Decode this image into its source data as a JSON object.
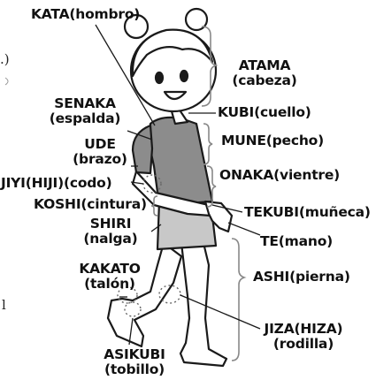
{
  "labels": {
    "kata": "KATA(hombro)",
    "atama": "ATAMA",
    "atama_es": "(cabeza)",
    "senaka": "SENAKA",
    "senaka_es": "(espalda)",
    "kubi": "KUBI(cuello)",
    "ude": "UDE",
    "ude_es": "(brazo)",
    "mune": "MUNE(pecho)",
    "jiyi": "JIYI(HIJI)(codo)",
    "onaka": "ONAKA(vientre)",
    "koshi": "KOSHI(cintura)",
    "tekubi": "TEKUBI(muñeca)",
    "shiri": "SHIRI",
    "shiri_es": "(nalga)",
    "te": "TE(mano)",
    "kakato": "KAKATO",
    "kakato_es": "(talón)",
    "ashi": "ASHI(pierna)",
    "jiza": "JIZA(HIZA)",
    "jiza_es": "(rodilla)",
    "asikubi": "ASIKUBI",
    "asikubi_es": "(tobillo)"
  },
  "edge_marks": {
    "top": ".)",
    "bottom": "l"
  },
  "colors": {
    "shirt": "#8c8c8c",
    "shorts": "#c8c8c8",
    "skin": "#ffffff",
    "line": "#1a1a1a",
    "brace": "#888888"
  }
}
